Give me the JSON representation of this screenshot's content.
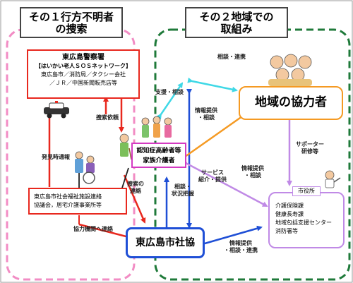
{
  "section1": {
    "title_line1": "その１行方不明者",
    "title_line2": "の捜索"
  },
  "section2": {
    "title_line1": "その２地域での",
    "title_line2": "取組み"
  },
  "police_box": {
    "title": "東広島警察署",
    "network": "【はいかい老人ＳＯＳネットワーク】",
    "line1": "東広島市／消防局／タクシー会社",
    "line2": "／ＪＲ／中国新聞販売店等"
  },
  "facility_box": {
    "line1": "東広島市社会福祉施設連絡",
    "line2": "協議会，居宅介護事業所等"
  },
  "patient_box": {
    "line1": "認知症高齢者等",
    "line2": "家族介護者"
  },
  "community_box": {
    "title": "地域の協力者"
  },
  "council_box": {
    "title": "東広島市社協"
  },
  "cityhall": {
    "label": "市役所",
    "items": [
      "介護保険課",
      "健康長寿課",
      "地域包括支援センター",
      "消防署等"
    ]
  },
  "labels": {
    "consult_cooperate_top": "相談・連携",
    "support_consult": "支援・相談",
    "search_request": "捜索依頼",
    "info_provide_consult_1": "情報提供",
    "info_provide_consult_2": "・相談",
    "discovery_report": "発見時通報",
    "search_cooperate_1": "捜索の",
    "search_cooperate_2": "連絡",
    "consult_status_1": "相談・",
    "consult_status_2": "状況把握",
    "service_1": "サービス",
    "service_2": "紹介・提供",
    "info_consult_2_1": "情報提供",
    "info_consult_2_2": "・相談",
    "supporter_1": "サポーター",
    "supporter_2": "研修等",
    "agency_contact": "協力機関へ連絡",
    "info_cooperate_1": "情報提供",
    "info_cooperate_2": "・相談・連携"
  },
  "colors": {
    "pink_dash": "#f28cc4",
    "green_dash": "#1f7a3a",
    "red": "#e8281e",
    "blue": "#1f4fd6",
    "orange": "#f59a23",
    "cyan": "#3fd8e6",
    "purple": "#c08ae6",
    "magenta_box": "#d43ac2",
    "black_arrow": "#222222"
  }
}
